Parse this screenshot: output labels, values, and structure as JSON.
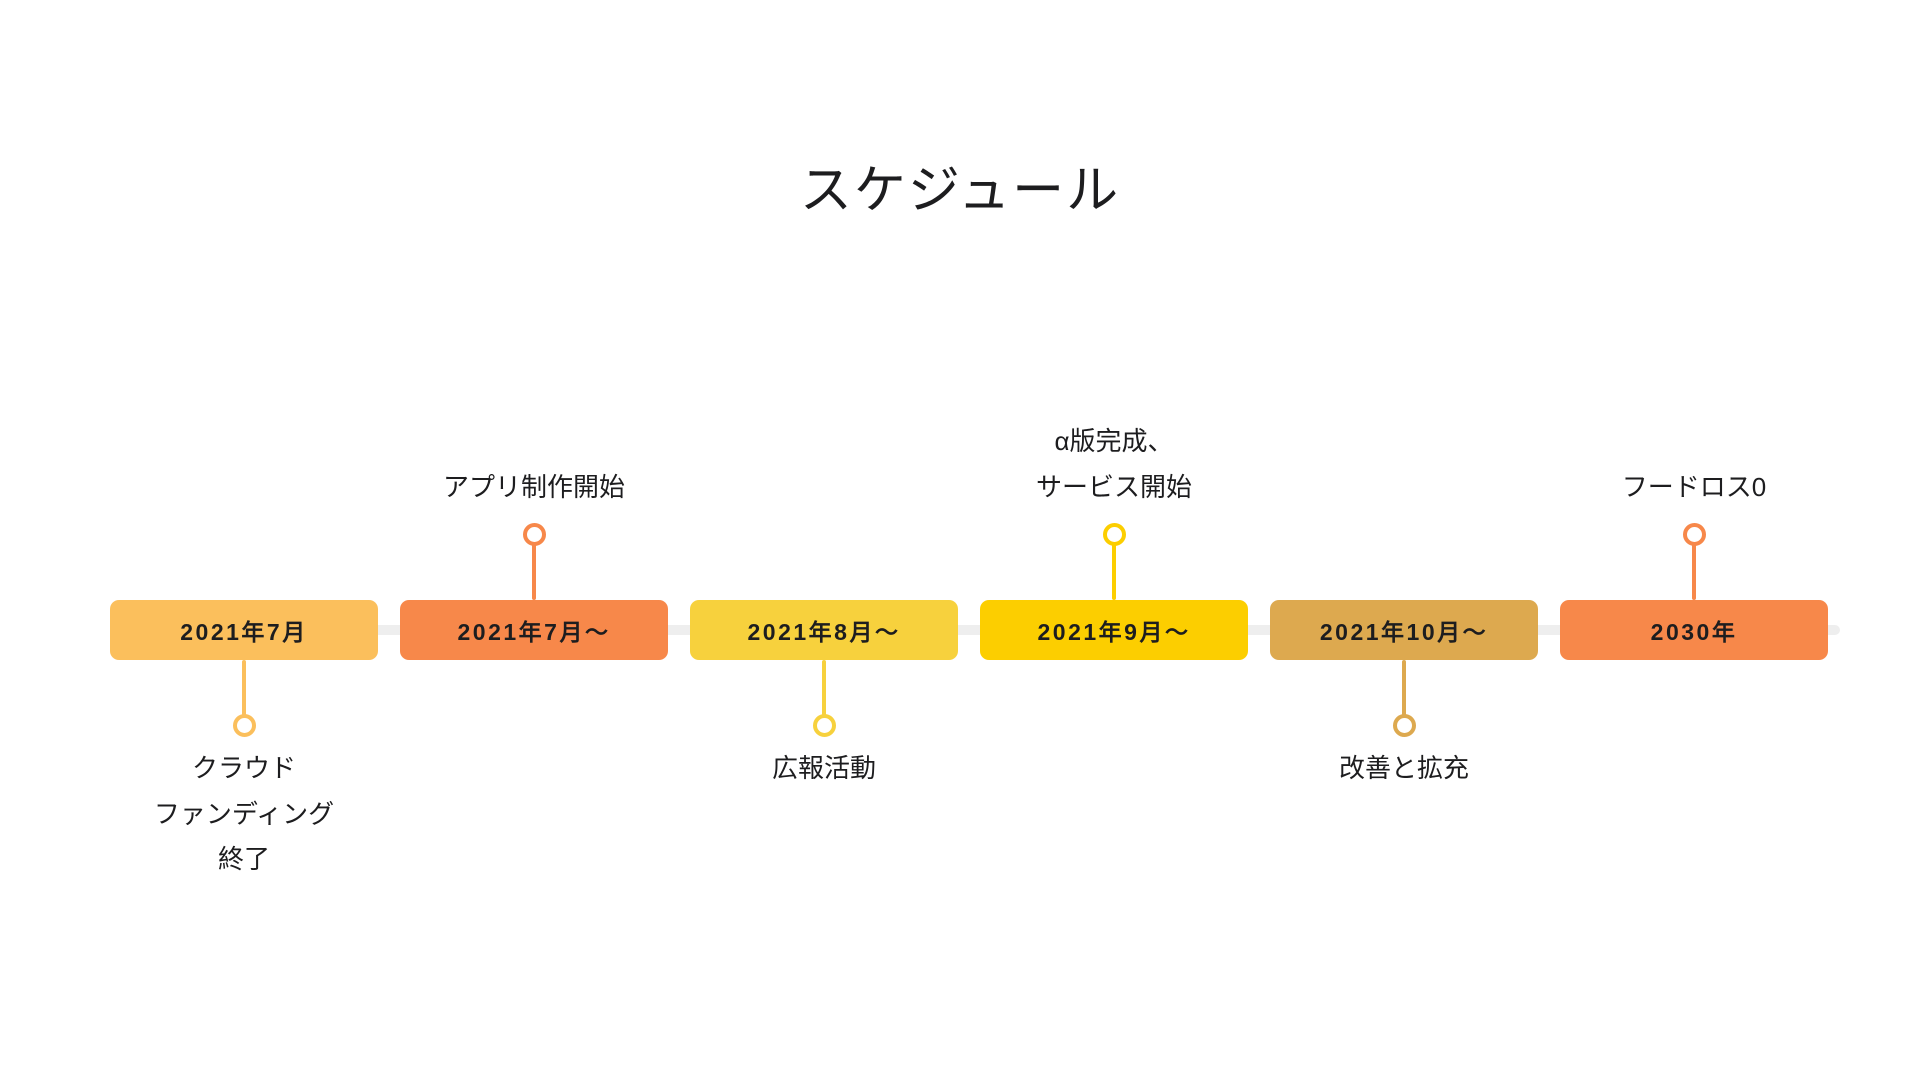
{
  "slide": {
    "background_color": "#ffffff",
    "title": "スケジュール"
  },
  "timeline": {
    "rail_color": "#eeeeee",
    "milestones": [
      {
        "bar_label": "2021年7月",
        "bar_color": "#FBBF5C",
        "caption": "クラウド\nファンディング\n終了",
        "caption_position": "below",
        "connector_color": "#FBBF5C"
      },
      {
        "bar_label": "2021年7月〜",
        "bar_color": "#F7884A",
        "caption": "アプリ制作開始",
        "caption_position": "above",
        "connector_color": "#F7884A"
      },
      {
        "bar_label": "2021年8月〜",
        "bar_color": "#F7D13D",
        "caption": "広報活動",
        "caption_position": "below",
        "connector_color": "#F7D13D"
      },
      {
        "bar_label": "2021年9月〜",
        "bar_color": "#FCCE00",
        "caption": "α版完成、\nサービス開始",
        "caption_position": "above",
        "connector_color": "#FCCE00"
      },
      {
        "bar_label": "2021年10月〜",
        "bar_color": "#DDA94F",
        "caption": "改善と拡充",
        "caption_position": "below",
        "connector_color": "#DDA94F"
      },
      {
        "bar_label": "2030年",
        "bar_color": "#F7884A",
        "caption": "フードロス0",
        "caption_position": "above",
        "connector_color": "#F7884A"
      }
    ]
  }
}
